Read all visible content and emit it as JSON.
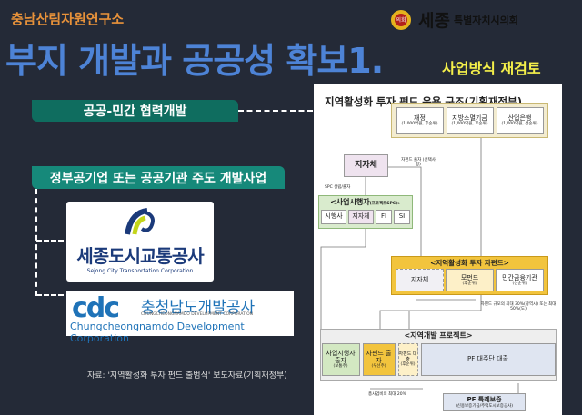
{
  "header": {
    "organization": "충남산림자원연구소",
    "title": "부지 개발과 공공성 확보1.",
    "subtitle": "사업방식 재검토",
    "council_logo": {
      "emblem": "의회",
      "name_big": "세종",
      "name_small": "특별자치시의회"
    }
  },
  "left": {
    "bar1": "공공-민간 협력개발",
    "bar2": "정부공기업 또는 공공기관 주도 개발사업",
    "logo1": {
      "name_ko": "세종도시교통공사",
      "name_en": "Sejong City Transportation Corporation"
    },
    "logo2": {
      "mark": "cdc",
      "name_ko": "충청남도개발공사",
      "name_en_caps": "CHUNGCHEONGNAMDO DEVELOPMENT CORPORATION",
      "name_en": "Chungcheongnamdo Development Corporation"
    },
    "source": "자료: '지역활성화 투자 펀드 출범식' 보도자료(기획재정부)"
  },
  "diagram": {
    "title": "지역활성화 투자 펀드 운용 구조(기획재정부)",
    "top_boxes": [
      {
        "label": "재정",
        "note": "(1,000억원, 후순위)"
      },
      {
        "label": "지방소멸기금",
        "note": "(1,000억원, 후순위)"
      },
      {
        "label": "산업은행",
        "note": "(1,000억원, 선순위)"
      }
    ],
    "local_gov": "지자체",
    "subfund_invest_note": "자펀드 출자 (선택사항)",
    "spc_note": "SPC 설립/출자",
    "operator": {
      "title": "<사업시행자",
      "title_small": "(프로젝트SPC)>",
      "items": [
        "시행사",
        "지자체",
        "FI",
        "SI"
      ]
    },
    "subfund": {
      "title": "<지역활성화 투자 자펀드>",
      "items": [
        {
          "label": "지자체",
          "note": ""
        },
        {
          "label": "모펀드",
          "note": "(후순위)"
        },
        {
          "label": "민간금융기관",
          "note": "(선순위)"
        }
      ]
    },
    "subfund_note": "자펀드 규모의 최대 30%(광역시) 또는 최대 50%(도)",
    "project": {
      "title": "<지역개발 프로젝트>",
      "items": [
        {
          "label": "사업시행자 출자",
          "note": "(보통주)"
        },
        {
          "label": "자펀드 출자",
          "note": "(우선주)"
        },
        {
          "label": "자펀드 대출",
          "note": "(후순위)"
        },
        {
          "label": "PF 대주단 대출",
          "note": ""
        }
      ]
    },
    "total_note": "총사업비의 최대 20%",
    "guarantee": {
      "label": "PF 특례보증",
      "note": "(신용보증기금/주택도시보증공사)"
    }
  }
}
